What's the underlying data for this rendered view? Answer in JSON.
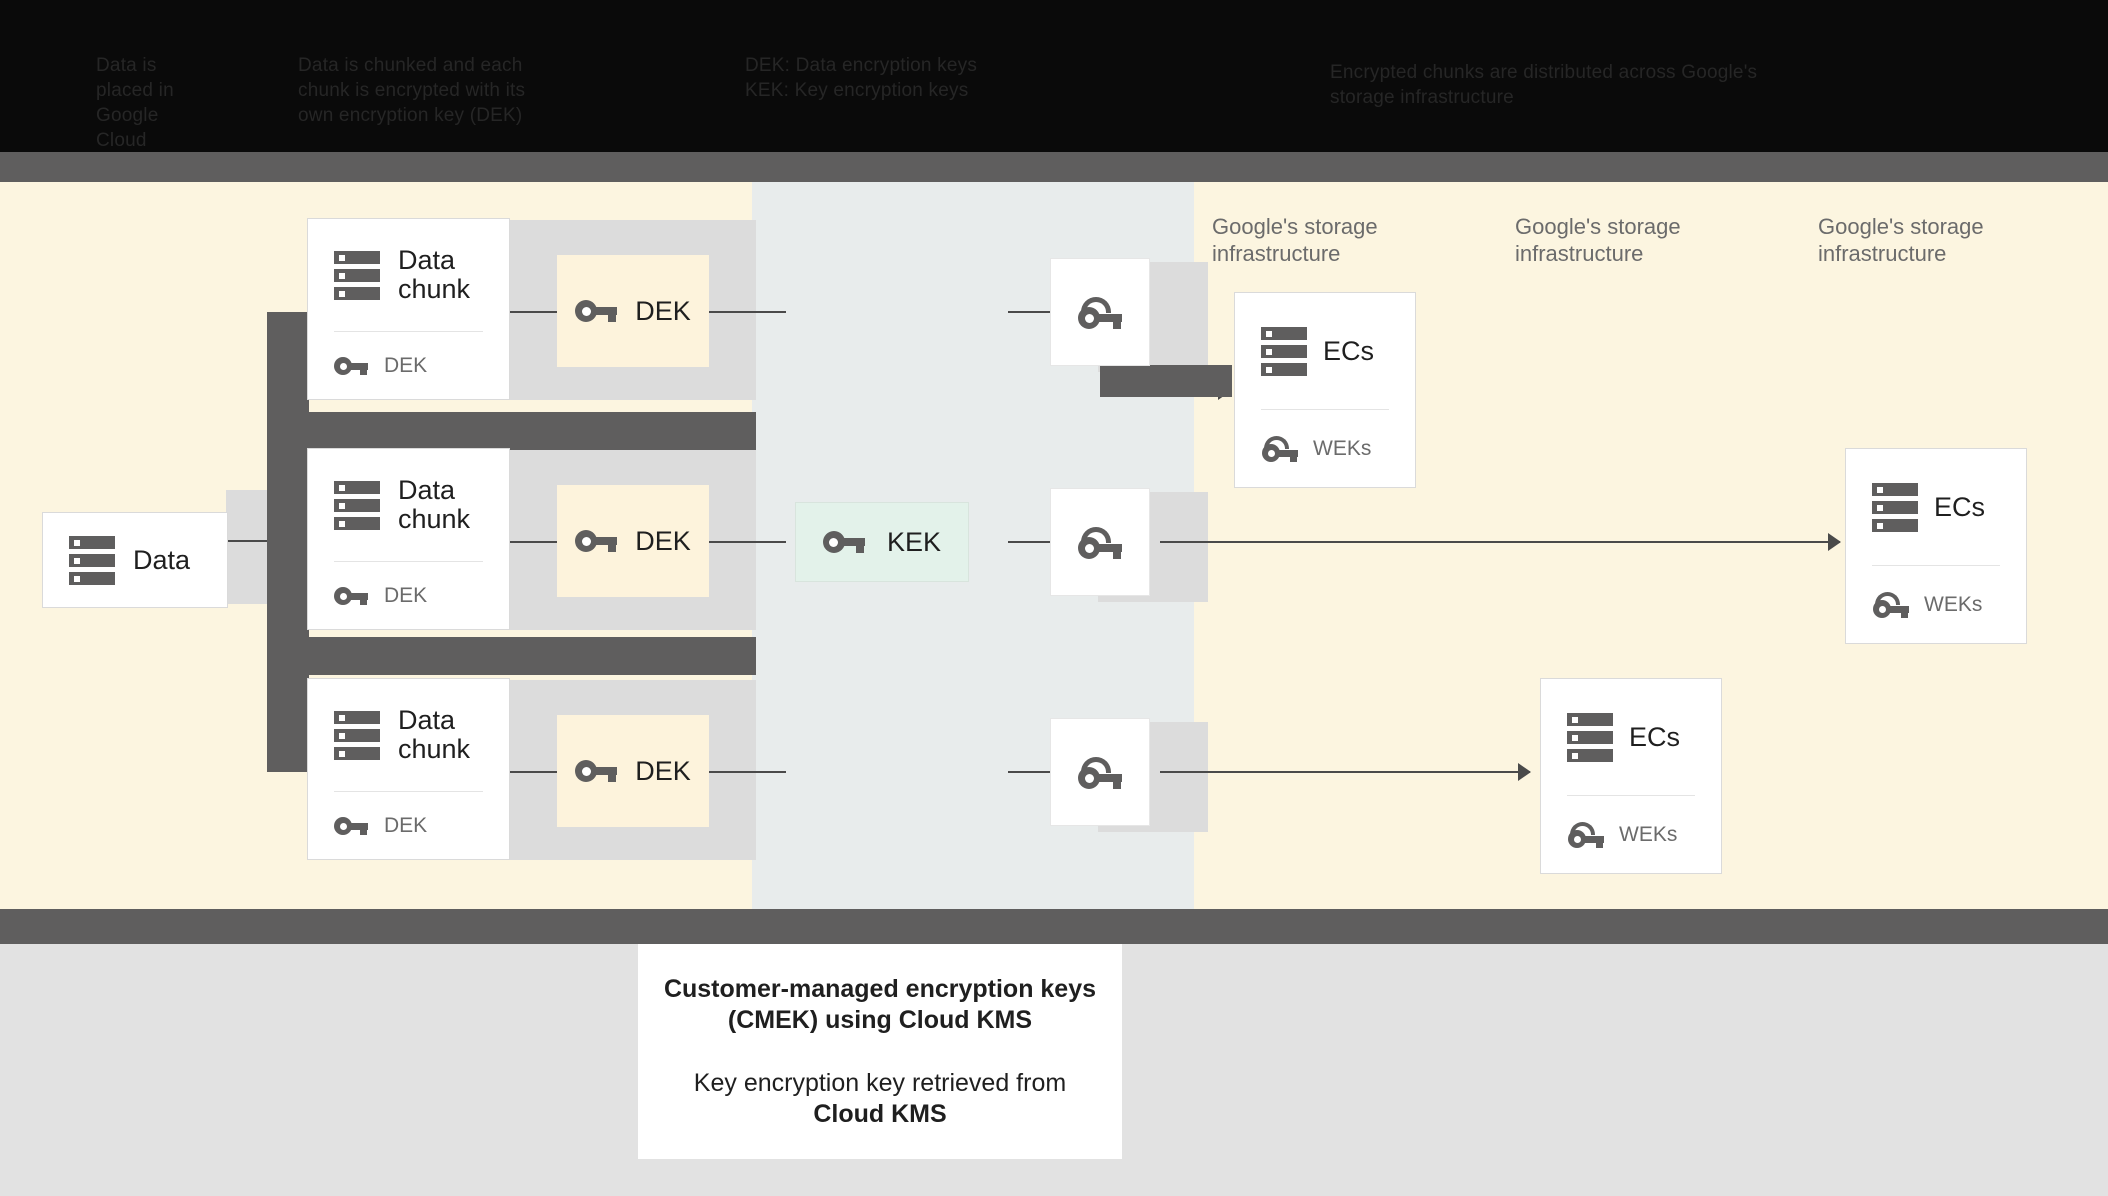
{
  "topbar": {
    "note_left": "Data is\nplaced in\nGoogle\nCloud",
    "note_chunk": "Data is chunked and each\nchunk is encrypted with its\nown encryption key (DEK)",
    "note_keys": "DEK: Data encryption keys\nKEK: Key encryption keys",
    "note_right": "Encrypted chunks are distributed across Google's\nstorage infrastructure"
  },
  "diagram": {
    "source_card": {
      "title": "Data"
    },
    "chunks": [
      {
        "title": "Data\nchunk",
        "key_label": "DEK"
      },
      {
        "title": "Data\nchunk",
        "key_label": "DEK"
      },
      {
        "title": "Data\nchunk",
        "key_label": "DEK"
      }
    ],
    "dek_boxes": [
      {
        "label": "DEK"
      },
      {
        "label": "DEK"
      },
      {
        "label": "DEK"
      }
    ],
    "kek_box": {
      "label": "KEK"
    },
    "wek_boxes": [
      {
        "icon": "wrapped-key-icon"
      },
      {
        "icon": "wrapped-key-icon"
      },
      {
        "icon": "wrapped-key-icon"
      }
    ],
    "infra_labels": [
      "Google's storage\ninfrastructure",
      "Google's storage\ninfrastructure",
      "Google's storage\ninfrastructure"
    ],
    "ec_cards": [
      {
        "title": "ECs",
        "key_label": "WEKs"
      },
      {
        "title": "ECs",
        "key_label": "WEKs"
      },
      {
        "title": "ECs",
        "key_label": "WEKs"
      }
    ]
  },
  "footer": {
    "title": "Customer-managed encryption keys\n(CMEK) using Cloud KMS",
    "subtitle_line1": "Key encryption key retrieved from",
    "subtitle_line2": "Cloud KMS"
  },
  "colors": {
    "cream": "#fcf5e0",
    "blue_gray": "#e8ecec",
    "dek_fill": "#fdf3dc",
    "kek_fill": "#e3f2ea",
    "dark_bar": "#5f5e5e",
    "plate": "#dcdcdc",
    "page_gray": "#e2e2e2"
  }
}
